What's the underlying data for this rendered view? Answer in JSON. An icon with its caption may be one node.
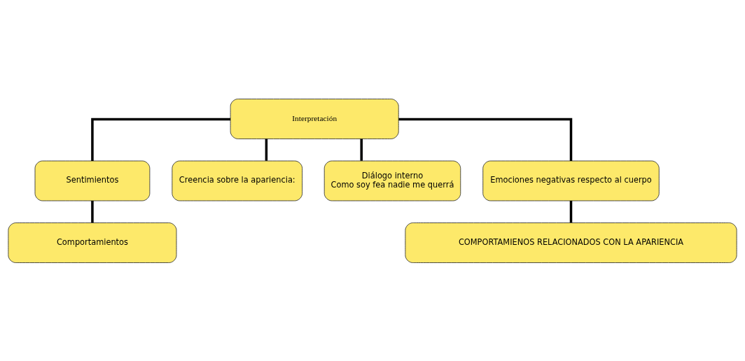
{
  "diagram": {
    "nodes": [
      {
        "text": [
          "Interpretación"
        ]
      },
      {
        "text": [
          "Sentimientos"
        ]
      },
      {
        "text": [
          "Comportamientos"
        ]
      },
      {
        "text": [
          "Creencia sobre la apariencia:"
        ]
      },
      {
        "text": [
          "Diálogo interno",
          "Como soy fea nadie me querrá"
        ]
      },
      {
        "text": [
          "Emociones negativas respecto al cuerpo"
        ]
      },
      {
        "text": [
          "COMPORTAMIENOS RELACIONADOS CON LA APARIENCIA"
        ]
      }
    ],
    "edges": [
      {
        "from": 0,
        "to": 1,
        "arrow": "none"
      },
      {
        "from": 1,
        "to": 2,
        "arrow": "none"
      },
      {
        "from": 0,
        "to": 3,
        "arrow": "none"
      },
      {
        "from": 0,
        "to": 4,
        "arrow": "none"
      },
      {
        "from": 0,
        "to": 5,
        "arrow": "none"
      },
      {
        "from": 5,
        "to": 6,
        "arrow": "none"
      }
    ]
  }
}
